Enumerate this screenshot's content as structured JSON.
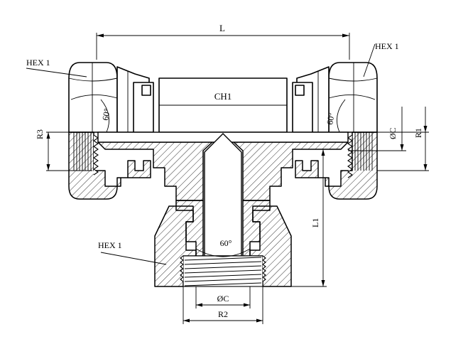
{
  "labels": {
    "length": "L",
    "hex_left": "HEX 1",
    "hex_right": "HEX 1",
    "hex_bottom": "HEX 1",
    "body_hex": "CH1",
    "r3": "R3",
    "r1": "R1",
    "l1": "L1",
    "r2": "R2",
    "dia_c_right": "ØC",
    "dia_c_bottom": "ØC",
    "angle_left": "60°",
    "angle_right": "60°",
    "angle_bottom": "60°"
  }
}
